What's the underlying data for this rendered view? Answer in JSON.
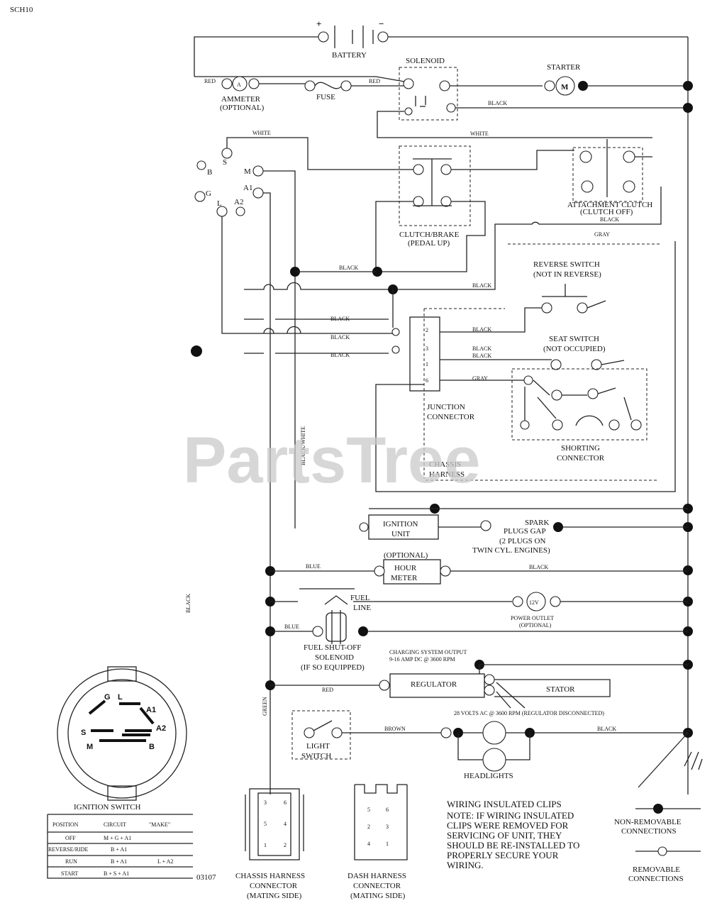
{
  "doc_code": "SCH10",
  "drawing_number": "03107",
  "watermark": "PartsTree",
  "battery": {
    "label": "BATTERY",
    "plus": "+",
    "minus": "−"
  },
  "solenoid": {
    "label": "SOLENOID"
  },
  "starter": {
    "label": "STARTER",
    "symbol": "M"
  },
  "ammeter": {
    "symbol": "A",
    "label": "AMMETER",
    "sub": "(OPTIONAL)"
  },
  "fuse": {
    "label": "FUSE"
  },
  "wires": {
    "red1": "RED",
    "red2": "RED",
    "black_top": "BLACK",
    "white_left": "WHITE",
    "white_right": "WHITE",
    "black_att": "BLACK",
    "gray_att": "GRAY",
    "black_mid": "BLACK",
    "black_rev": "BLACK",
    "black_j1": "BLACK",
    "black_j2": "BLACK",
    "black_j3": "BLACK",
    "black_p2": "BLACK",
    "black_seat1": "BLACK",
    "black_seat2": "BLACK",
    "gray_p6": "GRAY",
    "black_white_vert": "BLACK/WHITE",
    "blue_hour": "BLUE",
    "black_hour": "BLACK",
    "blue_fuel": "BLUE",
    "red_reg": "RED",
    "brown": "BROWN",
    "black_head": "BLACK",
    "black_left_vert": "BLACK",
    "green_vert": "GREEN"
  },
  "ignition_terminals": {
    "s": "S",
    "m": "M",
    "b": "B",
    "g": "G",
    "a1": "A1",
    "l": "L",
    "a2": "A2"
  },
  "clutch_brake": {
    "label": "CLUTCH/BRAKE",
    "sub": "(PEDAL UP)"
  },
  "attachment_clutch": {
    "label": "ATTACHMENT CLUTCH",
    "sub": "(CLUTCH OFF)"
  },
  "reverse_switch": {
    "label": "REVERSE SWITCH",
    "sub": "(NOT IN REVERSE)"
  },
  "seat_switch": {
    "label": "SEAT SWITCH",
    "sub": "(NOT OCCUPIED)"
  },
  "junction": {
    "label1": "JUNCTION",
    "label2": "CONNECTOR",
    "pins": [
      "2",
      "3",
      "1",
      "6"
    ]
  },
  "chassis_harness": {
    "label1": "CHASSIS",
    "label2": "HARNESS"
  },
  "shorting_connector": {
    "label1": "SHORTING",
    "label2": "CONNECTOR"
  },
  "ignition_unit": {
    "label1": "IGNITION",
    "label2": "UNIT"
  },
  "spark_plugs": {
    "l1": "SPARK",
    "l2": "PLUGS GAP",
    "l3": "(2 PLUGS ON",
    "l4": "TWIN CYL. ENGINES)"
  },
  "hour_meter": {
    "optional": "(OPTIONAL)",
    "l1": "HOUR",
    "l2": "METER"
  },
  "fuel_line": {
    "l1": "FUEL",
    "l2": "LINE"
  },
  "power_outlet": {
    "symbol": "12V",
    "label": "POWER OUTLET",
    "sub": "(OPTIONAL)"
  },
  "fuel_solenoid": {
    "l1": "FUEL SHUT-OFF",
    "l2": "SOLENOID",
    "l3": "(IF SO EQUIPPED)"
  },
  "charging": {
    "l1": "CHARGING SYSTEM OUTPUT",
    "l2": "9-16 AMP DC @ 3600 RPM"
  },
  "regulator": {
    "label": "REGULATOR"
  },
  "stator": {
    "label": "STATOR",
    "note": "28 VOLTS AC @ 3600 RPM (REGULATOR DISCONNECTED)"
  },
  "light_switch": {
    "l1": "LIGHT",
    "l2": "SWITCH"
  },
  "headlights": {
    "label": "HEADLIGHTS"
  },
  "ignition_switch": {
    "title": "IGNITION SWITCH",
    "face_letters": {
      "g": "G",
      "l": "L",
      "a1": "A1",
      "s": "S",
      "a2": "A2",
      "m": "M",
      "b": "B"
    },
    "table": {
      "headers": [
        "POSITION",
        "CIRCUIT",
        "\"MAKE\""
      ],
      "rows": [
        [
          "OFF",
          "M + G + A1",
          ""
        ],
        [
          "REVERSE/RIDE",
          "B + A1",
          ""
        ],
        [
          "RUN",
          "B + A1",
          "L + A2"
        ],
        [
          "START",
          "B + S + A1",
          ""
        ]
      ]
    }
  },
  "chassis_connector": {
    "l1": "CHASSIS HARNESS",
    "l2": "CONNECTOR",
    "l3": "(MATING SIDE)",
    "pins": [
      "3",
      "6",
      "5",
      "4",
      "1",
      "2"
    ]
  },
  "dash_connector": {
    "l1": "DASH HARNESS",
    "l2": "CONNECTOR",
    "l3": "(MATING SIDE)",
    "pins": [
      "5",
      "6",
      "2",
      "3",
      "4",
      "1"
    ]
  },
  "note": {
    "title": "WIRING INSULATED CLIPS",
    "lines": [
      "NOTE: IF WIRING INSULATED",
      "CLIPS WERE REMOVED FOR",
      "SERVICING OF UNIT, THEY",
      "SHOULD BE RE-INSTALLED TO",
      "PROPERLY SECURE YOUR",
      "WIRING."
    ]
  },
  "legend": {
    "non_removable_1": "NON-REMOVABLE",
    "non_removable_2": "CONNECTIONS",
    "removable_1": "REMOVABLE",
    "removable_2": "CONNECTIONS"
  }
}
